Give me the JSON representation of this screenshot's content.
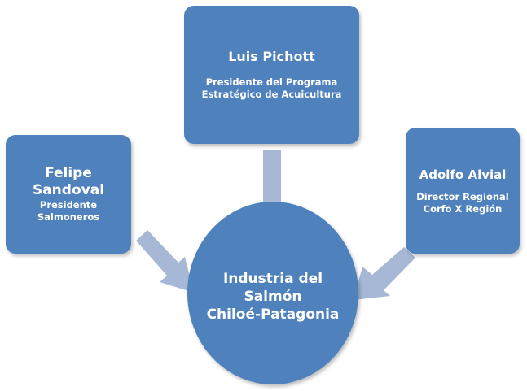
{
  "diagram": {
    "top_box": {
      "name": "Luis Pichott",
      "role": "Presidente del  Programa\nEstratégico de Acuicultura"
    },
    "left_box": {
      "name": "Felipe\nSandoval",
      "role": "Presidente\nSalmoneros"
    },
    "right_box": {
      "name": "Adolfo Alvial",
      "role": "Director Regional\nCorfo X Región"
    },
    "center": {
      "label": "Industria del\nSalmón\nChiloé-Patagonia"
    }
  },
  "colors": {
    "node_fill": "#4f81bd",
    "arrow_fill": "#a6b8d6",
    "text": "#ffffff"
  }
}
